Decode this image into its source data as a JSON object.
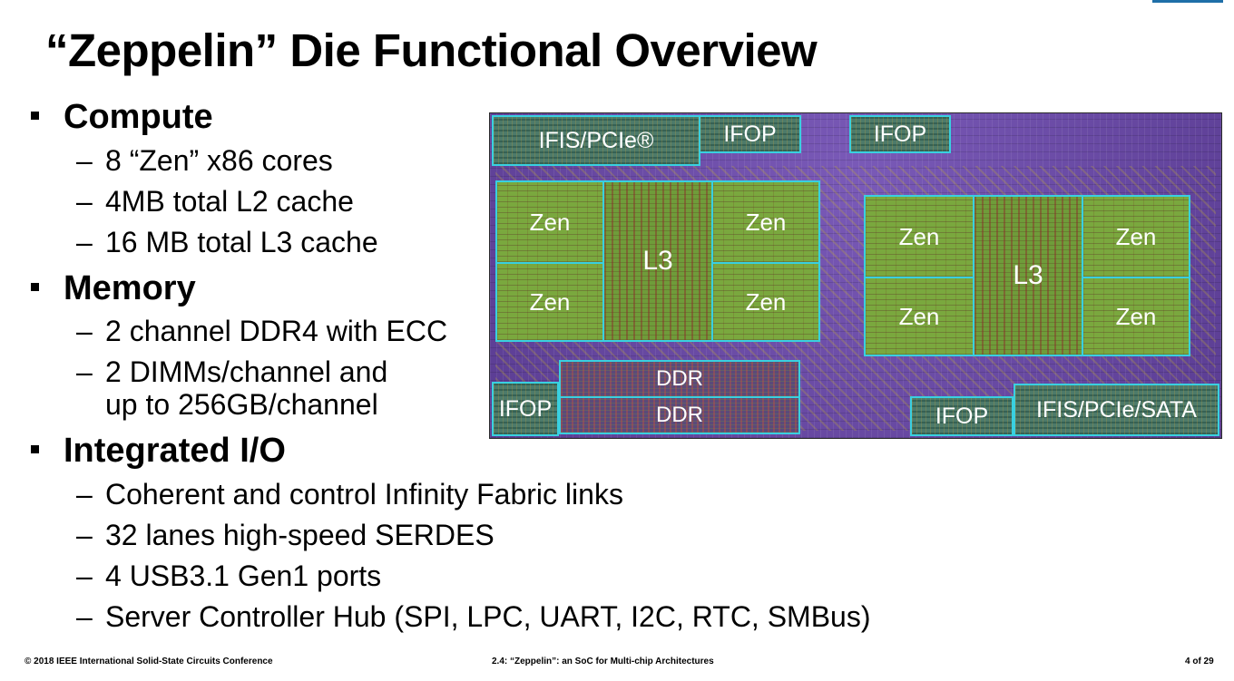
{
  "slide": {
    "title": "“Zeppelin” Die Functional Overview",
    "sections": [
      {
        "heading": "Compute",
        "items": [
          "8 “Zen” x86 cores",
          "4MB total L2 cache",
          "16 MB total L3 cache"
        ]
      },
      {
        "heading": "Memory",
        "items": [
          "2 channel DDR4 with ECC",
          "2 DIMMs/channel and",
          "up to 256GB/channel"
        ]
      },
      {
        "heading": "Integrated I/O",
        "items": [
          "Coherent and control Infinity Fabric links",
          "32 lanes high-speed SERDES",
          "4 USB3.1 Gen1 ports",
          "Server Controller Hub (SPI, LPC, UART, I2C, RTC, SMBus)"
        ]
      }
    ],
    "dash": "–"
  },
  "die": {
    "ifis_pcie": "IFIS/PCIe®",
    "ifop": "IFOP",
    "zen": "Zen",
    "l3": "L3",
    "ddr": "DDR",
    "ifis_pcie_sata": "IFIS/PCIe/SATA"
  },
  "footer": {
    "left": "© 2018 IEEE International Solid-State Circuits Conference",
    "center": "2.4: “Zeppelin”: an SoC for Multi-chip Architectures",
    "right": "4 of 29"
  }
}
